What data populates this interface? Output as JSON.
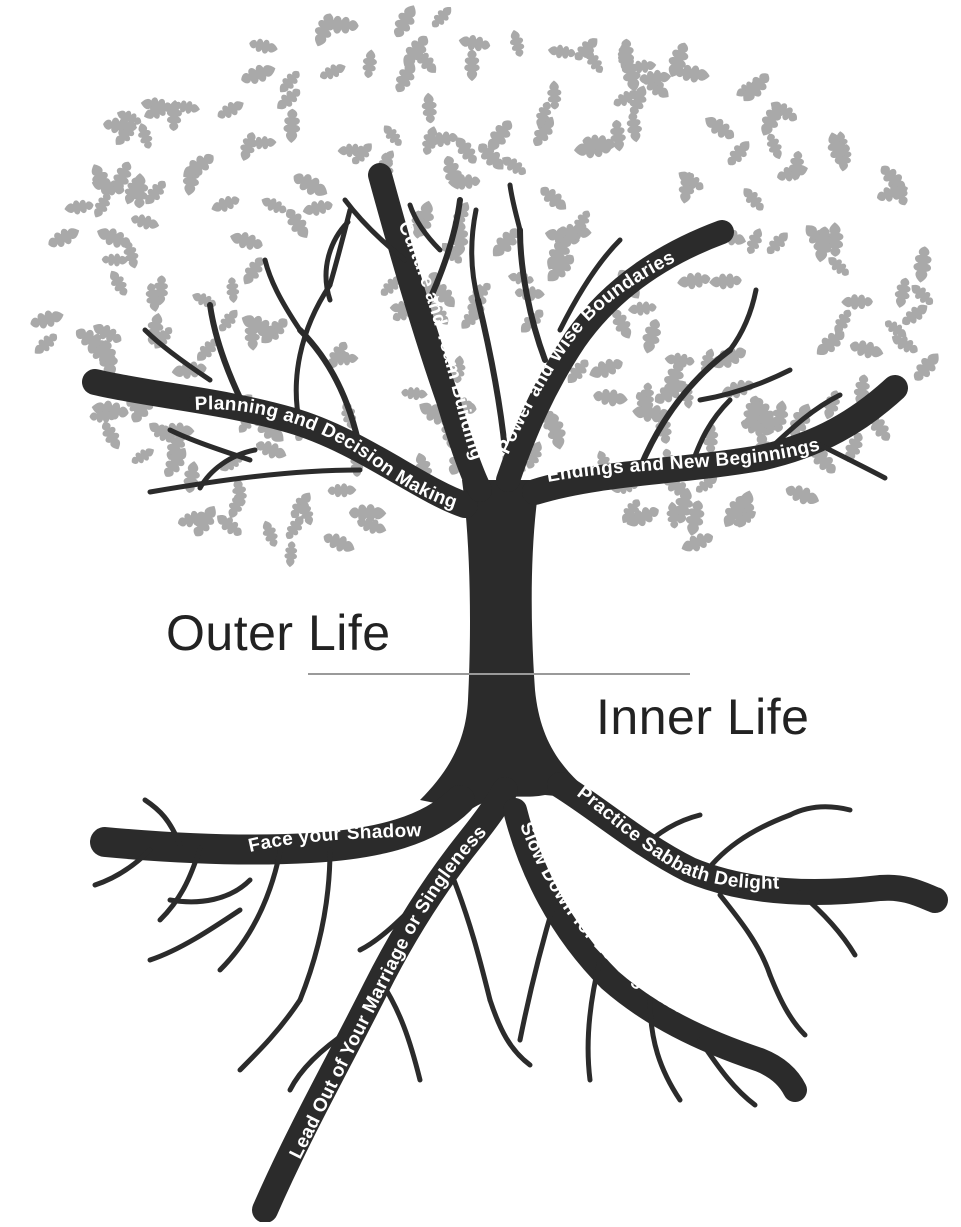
{
  "labels": {
    "outer_life": "Outer Life",
    "inner_life": "Inner Life"
  },
  "branches": [
    "Planning and Decision Making",
    "Culture and Team Building",
    "Power and Wise Boundaries",
    "Endings and New Beginnings"
  ],
  "roots": [
    "Face your Shadow",
    "Lead Out of Your Marriage or Singleness",
    "Slow Down for Loving Union",
    "Practice Sabbath Delight"
  ],
  "colors": {
    "tree": "#2b2b2b",
    "leaves": "#a9a9a9",
    "branch_text": "#ffffff",
    "divider": "#9a9a9a"
  }
}
